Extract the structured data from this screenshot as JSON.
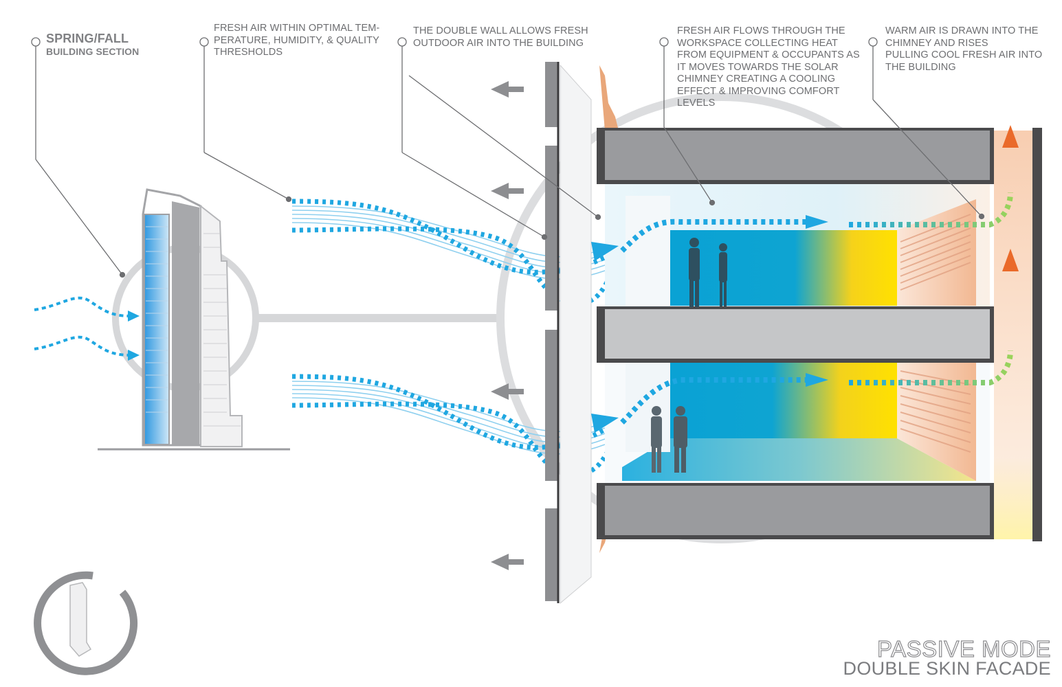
{
  "colors": {
    "fresh_air": "#1fa7e1",
    "warm_air": "#e8702a",
    "slab": "#9a9b9e",
    "callout": "#6d6e71"
  },
  "callouts": [
    {
      "id": "building-section",
      "lines": [
        "SPRING/FALL",
        "BUILDING SECTION"
      ]
    },
    {
      "id": "fresh-air-thresholds",
      "lines": [
        "FRESH AIR WITHIN OPTIMAL TEM-",
        "PERATURE, HUMIDITY, & QUALITY",
        "THRESHOLDS"
      ]
    },
    {
      "id": "double-wall",
      "lines": [
        "THE DOUBLE WALL ALLOWS FRESH",
        "OUTDOOR AIR INTO THE BUILDING"
      ]
    },
    {
      "id": "workspace-flow",
      "lines": [
        "FRESH AIR FLOWS THROUGH THE",
        "WORKSPACE COLLECTING HEAT",
        "FROM EQUIPMENT & OCCUPANTS AS",
        "IT MOVES TOWARDS THE SOLAR",
        "CHIMNEY CREATING A COOLING",
        "EFFECT & IMPROVING COMFORT",
        "LEVELS"
      ]
    },
    {
      "id": "solar-chimney",
      "lines": [
        "WARM AIR IS DRAWN INTO THE",
        "CHIMNEY AND RISES",
        "PULLING COOL FRESH AIR INTO",
        "THE BUILDING"
      ]
    }
  ],
  "footer": {
    "mode": "PASSIVE MODE",
    "system": "DOUBLE SKIN FACADE"
  },
  "icons": {
    "logo": "tower-in-ring-icon",
    "exhaust": "arrow-left-icon",
    "chimney": "arrow-up-icon"
  }
}
